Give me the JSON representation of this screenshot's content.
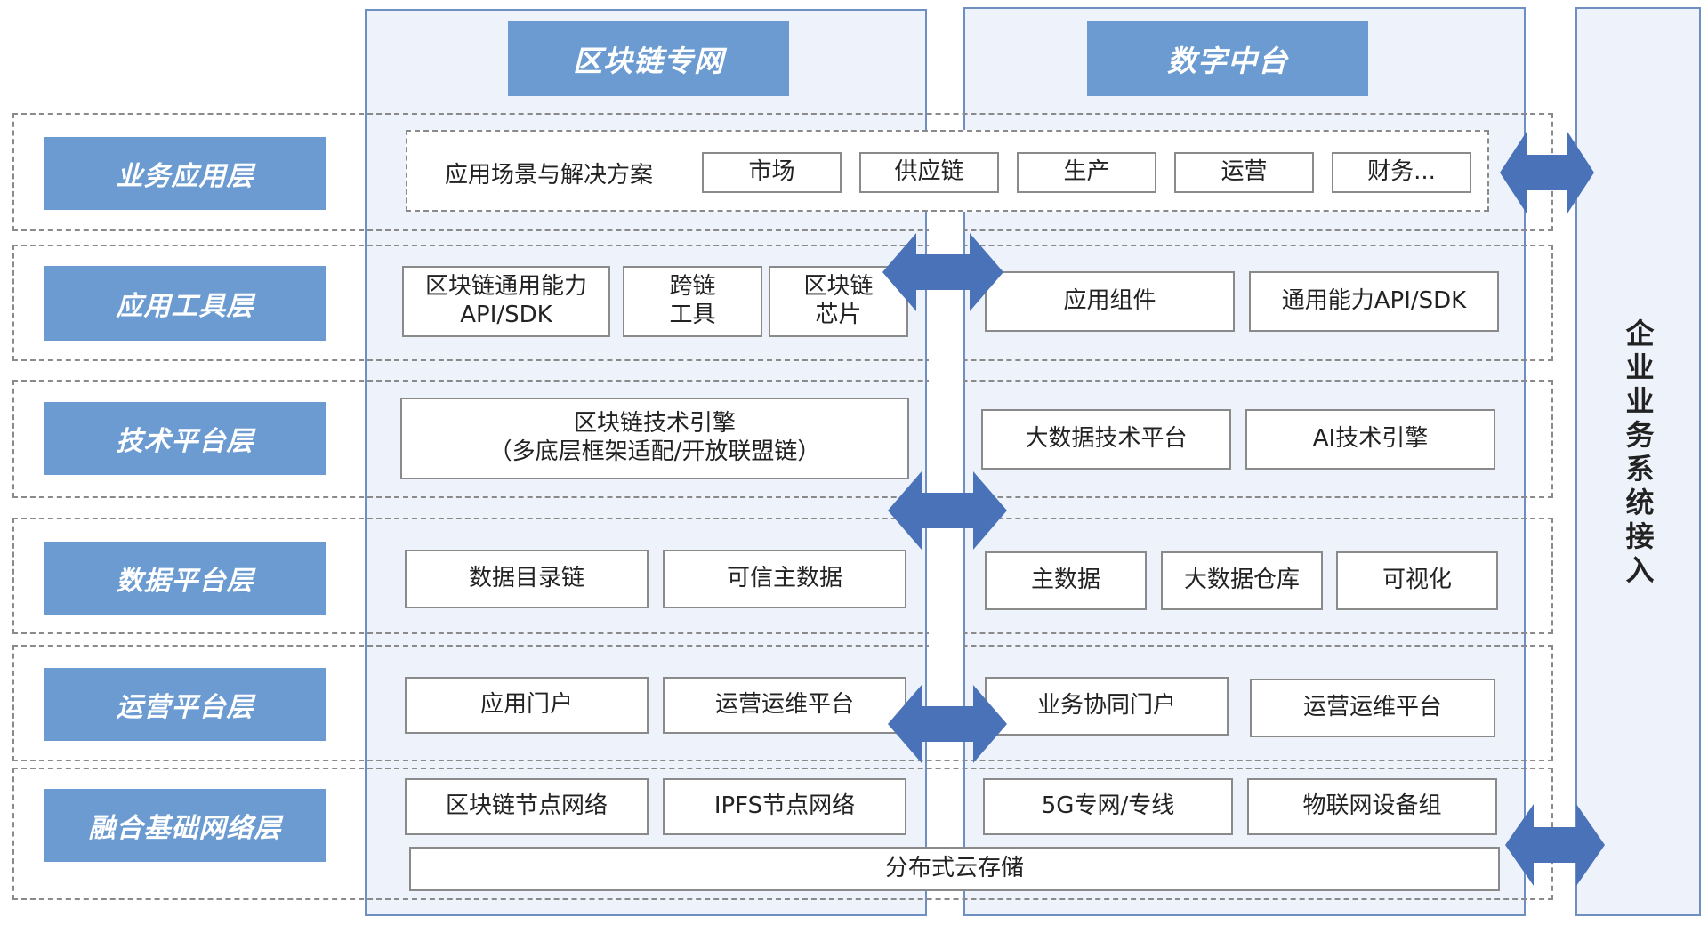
{
  "columns": {
    "blockchain": "区块链专网",
    "digital_platform": "数字中台"
  },
  "right_panel": {
    "label": "企业业务系统接入"
  },
  "layers": [
    {
      "label": "业务应用层"
    },
    {
      "label": "应用工具层"
    },
    {
      "label": "技术平台层"
    },
    {
      "label": "数据平台层"
    },
    {
      "label": "运营平台层"
    },
    {
      "label": "融合基础网络层"
    }
  ],
  "business_app": {
    "title": "应用场景与解决方案",
    "items": [
      "市场",
      "供应链",
      "生产",
      "运营",
      "财务..."
    ]
  },
  "app_tools": {
    "blockchain": [
      "区块链通用能力\nAPI/SDK",
      "跨链\n工具",
      "区块链\n芯片"
    ],
    "digital": [
      "应用组件",
      "通用能力API/SDK"
    ]
  },
  "tech_platform": {
    "blockchain": [
      "区块链技术引擎\n（多底层框架适配/开放联盟链）"
    ],
    "digital": [
      "大数据技术平台",
      "AI技术引擎"
    ]
  },
  "data_platform": {
    "blockchain": [
      "数据目录链",
      "可信主数据"
    ],
    "digital": [
      "主数据",
      "大数据仓库",
      "可视化"
    ]
  },
  "ops_platform": {
    "blockchain": [
      "应用门户",
      "运营运维平台"
    ],
    "digital": [
      "业务协同门户",
      "运营运维平台"
    ]
  },
  "network": {
    "blockchain": [
      "区块链节点网络",
      "IPFS节点网络"
    ],
    "digital": [
      "5G专网/专线",
      "物联网设备组"
    ],
    "shared": "分布式云存储"
  },
  "colors": {
    "header_fill": "#6b9bd1",
    "column_fill": "#eef3fb",
    "column_border": "#6d8fc2",
    "arrow_fill": "#4a72b8"
  }
}
